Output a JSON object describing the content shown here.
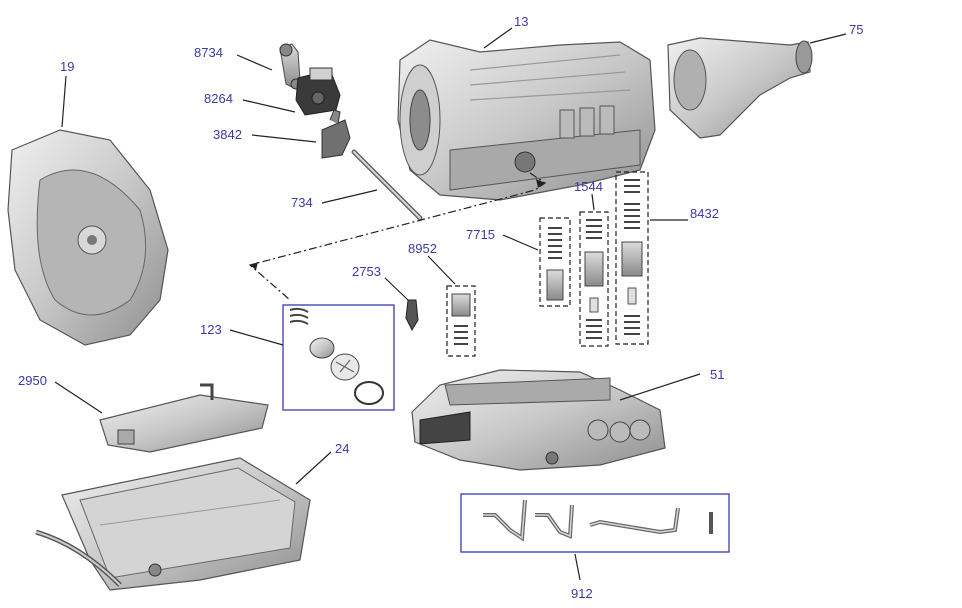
{
  "callouts": {
    "c19": "19",
    "c13": "13",
    "c75": "75",
    "c8734": "8734",
    "c8264": "8264",
    "c3842": "3842",
    "c734": "734",
    "c1544": "1544",
    "c7715": "7715",
    "c8432": "8432",
    "c8952": "8952",
    "c2753": "2753",
    "c123": "123",
    "c2950": "2950",
    "c51": "51",
    "c24": "24",
    "c912": "912"
  },
  "colors": {
    "label": "#3a3aa8",
    "box": "#3a3ab0",
    "metal_light": "#e6e6e6",
    "metal_dark": "#9a9a9a"
  }
}
